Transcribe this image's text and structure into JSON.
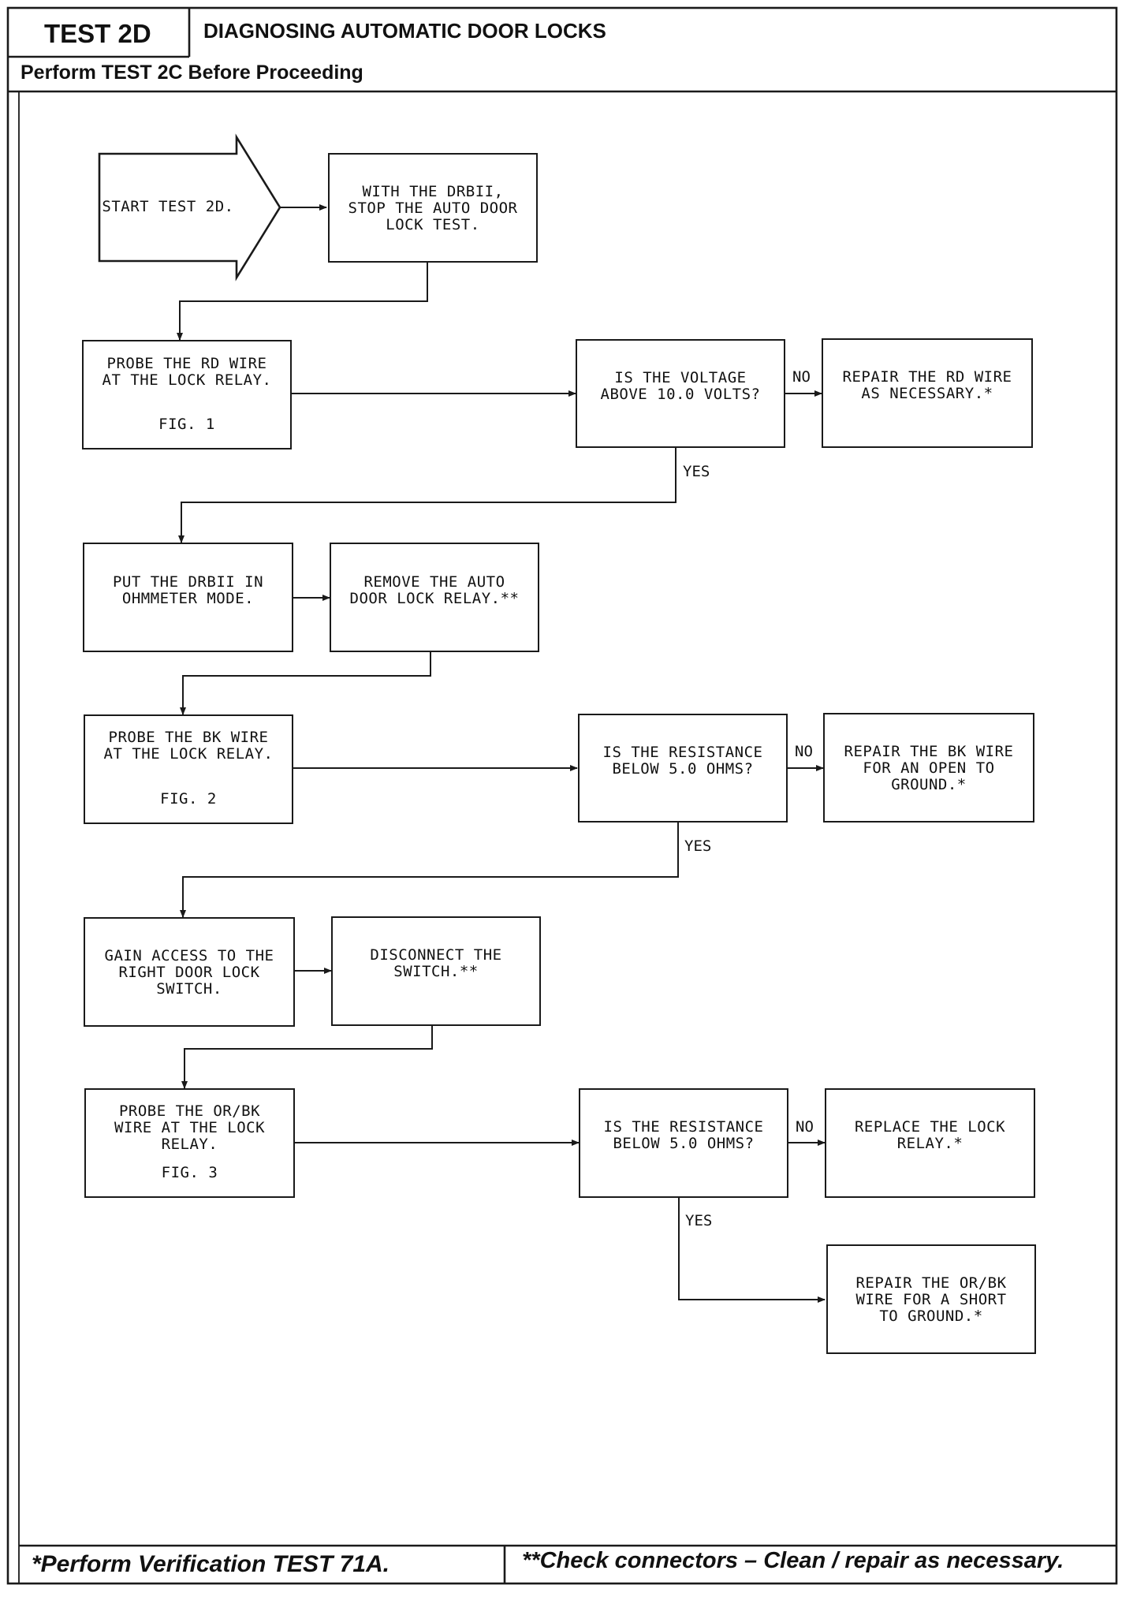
{
  "header": {
    "test_id": "TEST 2D",
    "title": "DIAGNOSING AUTOMATIC DOOR LOCKS",
    "prerequisite": "Perform TEST 2C Before Proceeding"
  },
  "flowchart": {
    "start": "START TEST 2D.",
    "stop_test": "WITH THE DRBII,\nSTOP THE AUTO DOOR\nLOCK TEST.",
    "probe_rd": "PROBE THE RD WIRE\nAT THE LOCK RELAY.",
    "fig1": "FIG. 1",
    "q_voltage": "IS THE VOLTAGE\nABOVE 10.0 VOLTS?",
    "repair_rd": "REPAIR THE RD WIRE\nAS NECESSARY.*",
    "ohmmeter": "PUT THE DRBII IN\nOHMMETER MODE.",
    "remove_relay": "REMOVE THE AUTO\nDOOR LOCK RELAY.**",
    "probe_bk": "PROBE THE BK WIRE\nAT THE LOCK RELAY.",
    "fig2": "FIG. 2",
    "q_resistance_1": "IS THE RESISTANCE\nBELOW 5.0 OHMS?",
    "repair_bk": "REPAIR THE BK WIRE\nFOR AN OPEN TO\nGROUND.*",
    "gain_access": "GAIN ACCESS TO THE\nRIGHT DOOR LOCK\nSWITCH.",
    "disconnect": "DISCONNECT THE\nSWITCH.**",
    "probe_orbk": "PROBE THE OR/BK\nWIRE AT THE LOCK\nRELAY.",
    "fig3": "FIG. 3",
    "q_resistance_2": "IS THE RESISTANCE\nBELOW 5.0 OHMS?",
    "replace_relay": "REPLACE THE LOCK\nRELAY.*",
    "repair_orbk": "REPAIR THE OR/BK\nWIRE FOR A SHORT\nTO GROUND.*",
    "label_no": "NO",
    "label_yes": "YES"
  },
  "footer": {
    "note_single": "*Perform Verification TEST 71A.",
    "note_double": "**Check connectors – Clean / repair as necessary."
  }
}
